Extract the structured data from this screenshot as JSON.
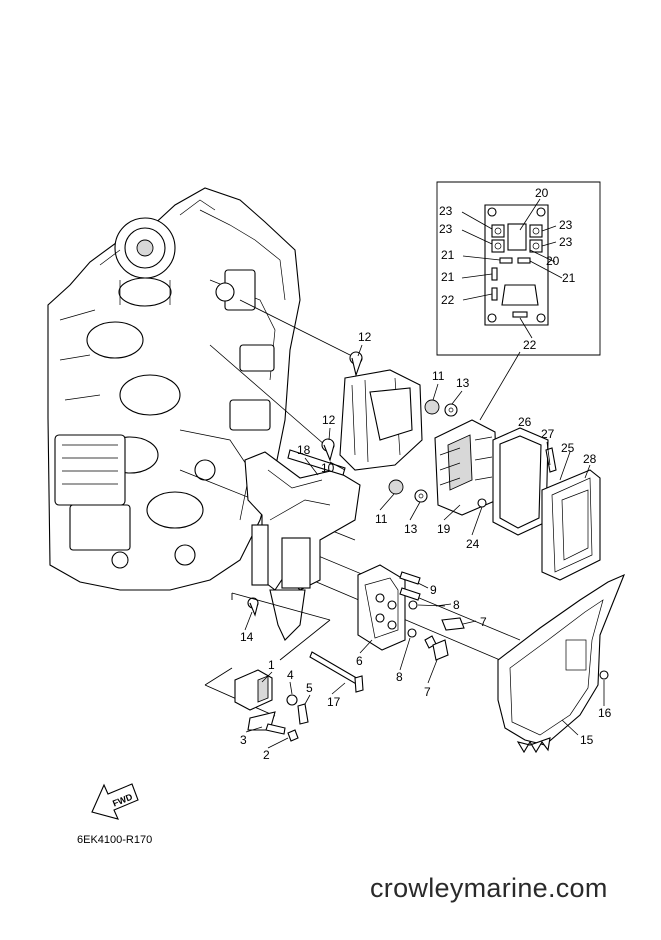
{
  "diagram": {
    "code": "6EK4100-R170",
    "watermark": "crowleymarine.com",
    "fwd_label": "FWD",
    "callouts": [
      "1",
      "2",
      "3",
      "4",
      "5",
      "6",
      "7",
      "7",
      "8",
      "8",
      "9",
      "10",
      "11",
      "11",
      "12",
      "12",
      "13",
      "13",
      "14",
      "15",
      "16",
      "17",
      "18",
      "19",
      "20",
      "20",
      "21",
      "21",
      "21",
      "22",
      "22",
      "23",
      "23",
      "23",
      "23",
      "24",
      "25",
      "26",
      "27",
      "28"
    ]
  },
  "colors": {
    "line": "#000000",
    "background": "#ffffff",
    "watermark": "#2a2a2a"
  }
}
